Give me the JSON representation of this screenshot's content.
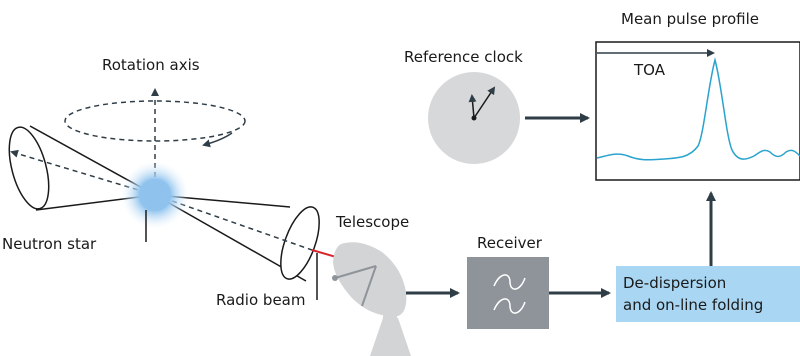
{
  "labels": {
    "rotation_axis": "Rotation axis",
    "neutron_star": "Neutron star",
    "radio_beam": "Radio beam",
    "telescope": "Telescope",
    "receiver": "Receiver",
    "reference_clock": "Reference clock",
    "mean_pulse_profile": "Mean pulse profile",
    "toa": "TOA",
    "dedispersion_line1": "De-dispersion",
    "dedispersion_line2": "and on-line folding"
  },
  "colors": {
    "line": "#2f3d47",
    "star_glow": "#8fc3ee",
    "beam_red": "#d7262e",
    "telescope_fill": "#d2d4d6",
    "receiver_fill": "#8e9499",
    "clock_fill": "#d6d8da",
    "dedispersion_fill": "#a9d7f3",
    "profile_curve": "#2aa3cf"
  }
}
